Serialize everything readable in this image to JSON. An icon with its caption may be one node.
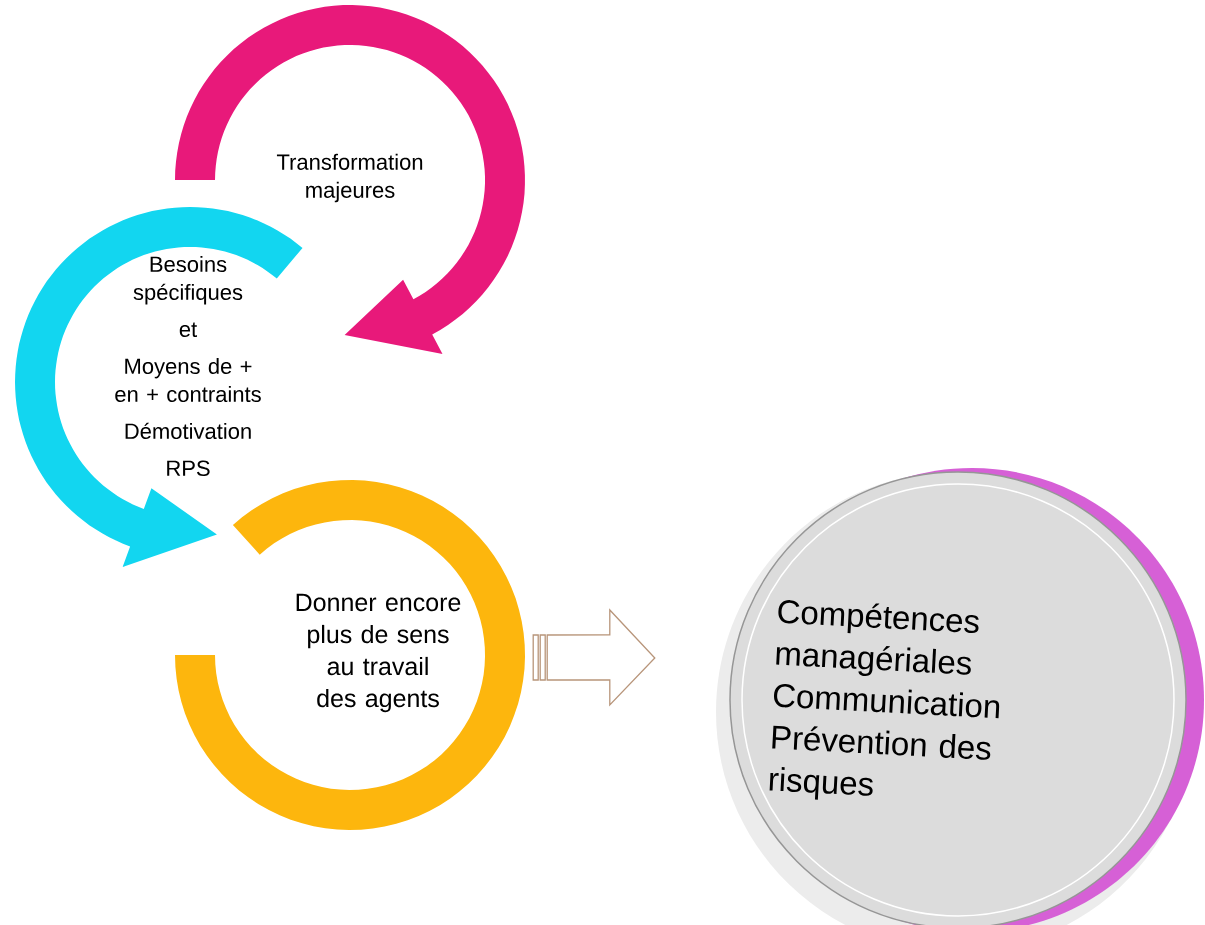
{
  "diagram": {
    "nodes": [
      {
        "text": [
          "Transformation majeures"
        ]
      },
      {
        "text": [
          "Besoins spécifiques",
          "et",
          "Moyens de + en + contraints",
          "Démotivation",
          "RPS"
        ]
      },
      {
        "text": [
          "Donner encore plus de sens au travail des agents"
        ]
      },
      {
        "text": [
          "Compétences managériales",
          "Communication",
          "Prévention des risques"
        ]
      }
    ],
    "edges": [
      {
        "from": 2,
        "to": 3,
        "arrow": "to"
      }
    ]
  }
}
